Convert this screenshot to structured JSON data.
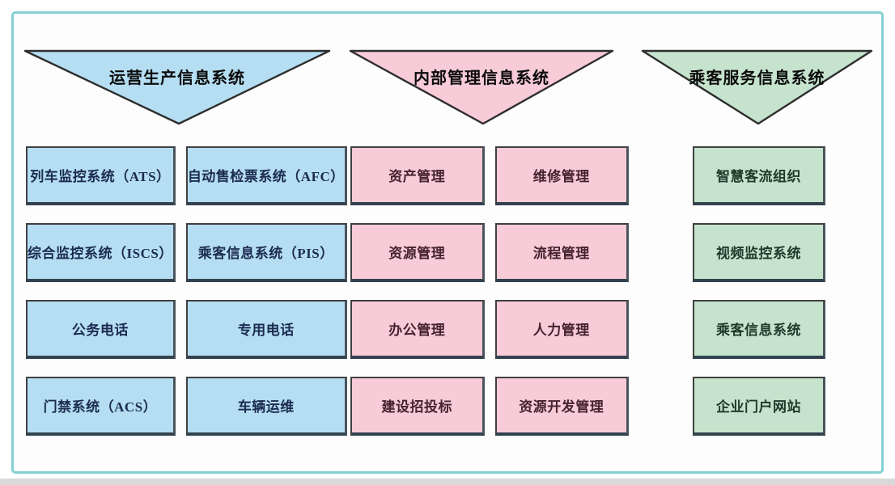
{
  "diagram": {
    "frame_color": "#82d1d3",
    "groups": [
      {
        "title": "运营生产信息系统",
        "fill": "#b5def2",
        "text_color": "#1c2b50",
        "boxes": [
          "列车监控系统（ATS）",
          "自动售检票系统（AFC）",
          "综合监控系统（ISCS）",
          "乘客信息系统（PIS）",
          "公务电话",
          "专用电话",
          "门禁系统（ACS）",
          "车辆运维"
        ]
      },
      {
        "title": "内部管理信息系统",
        "fill": "#f8cbd8",
        "text_color": "#45242f",
        "boxes": [
          "资产管理",
          "维修管理",
          "资源管理",
          "流程管理",
          "办公管理",
          "人力管理",
          "建设招投标",
          "资源开发管理"
        ]
      },
      {
        "title": "乘客服务信息系统",
        "fill": "#c6e3cd",
        "text_color": "#203a2b",
        "boxes": [
          "智慧客流组织",
          "视频监控系统",
          "乘客信息系统",
          "企业门户网站"
        ]
      }
    ]
  }
}
